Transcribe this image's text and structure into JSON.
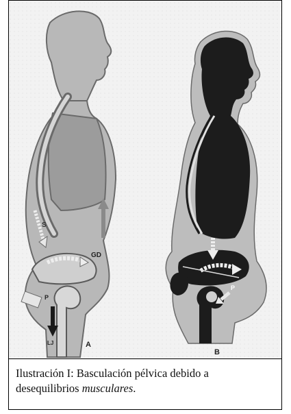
{
  "figure": {
    "panel_a_label": "A",
    "panel_b_label": "B",
    "annotation_s": "S",
    "annotation_gd": "GD",
    "annotation_p_a": "P",
    "annotation_p_b": "P",
    "annotation_lj": "LJ"
  },
  "caption": {
    "prefix": "Ilustración I: Basculación pélvica debido a desequilibrios ",
    "emphasis": "musculares",
    "suffix": "."
  },
  "colors": {
    "skin_light": "#b8b8b8",
    "silhouette_dark": "#1c1c1c",
    "background_paper": "#f4f4f4",
    "outline": "#5a5a5a"
  }
}
